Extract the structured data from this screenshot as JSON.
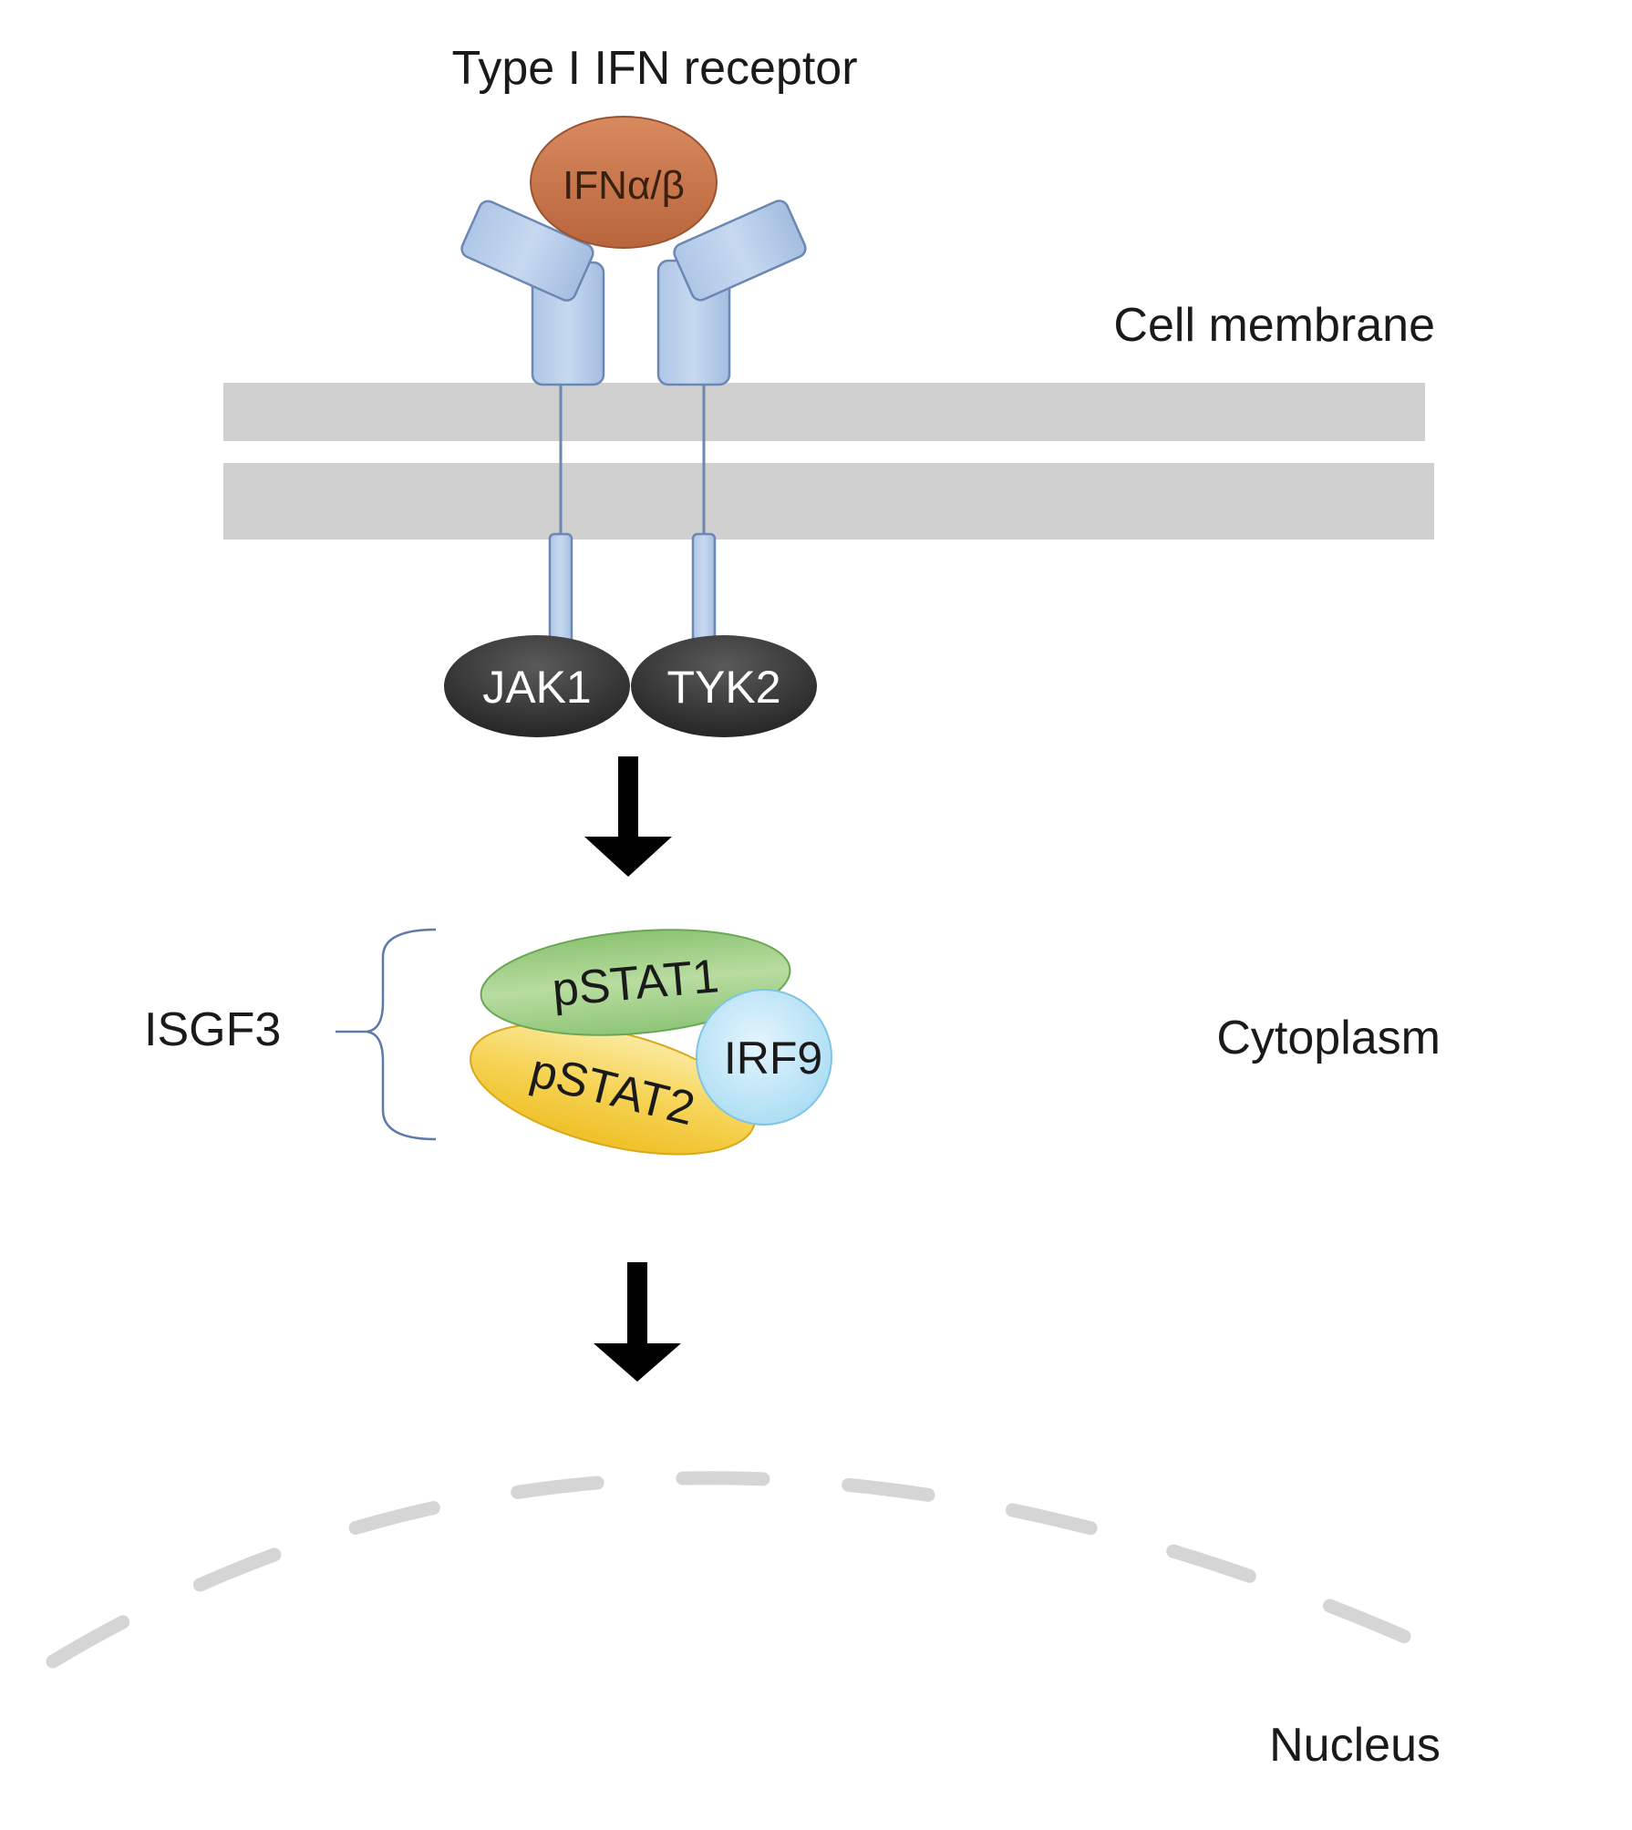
{
  "labels": {
    "receptor": "Type I IFN receptor",
    "ligand": "IFNα/β",
    "membrane": "Cell membrane",
    "jak1": "JAK1",
    "tyk2": "TYK2",
    "isgf3": "ISGF3",
    "pstat1": "pSTAT1",
    "pstat2": "pSTAT2",
    "irf9": "IRF9",
    "cytoplasm": "Cytoplasm",
    "nucleus": "Nucleus"
  },
  "colors": {
    "ligand": "#c8764a",
    "receptor": "#b7cde8",
    "receptor_stroke": "#6b87b3",
    "membrane": "#d0d0d0",
    "kinase": "#3a3a3a",
    "pstat1": "#9fce86",
    "pstat2": "#f5cd3c",
    "irf9": "#bfe6f8",
    "nucleus_dash": "#d5d5d5",
    "arrow": "#000000"
  }
}
